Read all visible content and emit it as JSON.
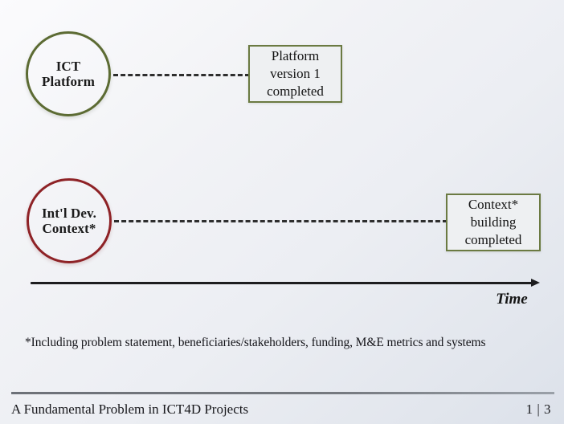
{
  "slide": {
    "background_from": "#fbfbfd",
    "background_to": "#dce1ea"
  },
  "nodes": [
    {
      "id": "ict-platform",
      "label": "ICT\nPlatform",
      "line1": "ICT",
      "line2": "Platform",
      "color": "#5c6b33",
      "shape": "circle"
    },
    {
      "id": "intl-dev-context",
      "label": "Int'l Dev.\nContext*",
      "line1": "Int'l Dev.",
      "line2": "Context*",
      "color": "#8e2226",
      "shape": "circle"
    }
  ],
  "milestones": [
    {
      "id": "platform-version-1-completed",
      "text": "Platform version 1 completed",
      "line1": "Platform",
      "line2": "version 1",
      "line3": "completed",
      "border_color": "#6b7a42",
      "fill_color": "#eef0f2"
    },
    {
      "id": "context-building-completed",
      "text": "Context* building completed",
      "line1": "Context*",
      "line2": "building",
      "line3": "completed",
      "border_color": "#6b7a42",
      "fill_color": "#eef0f2"
    }
  ],
  "connectors": [
    {
      "id": "ict-to-platform-milestone",
      "style": "dashed",
      "color": "#2e2e2e"
    },
    {
      "id": "context-to-context-milestone",
      "style": "dashed",
      "color": "#2e2e2e"
    }
  ],
  "timeline": {
    "label": "Time",
    "arrow_direction": "right",
    "color": "#1d1d1f"
  },
  "footnote": {
    "text": "*Including problem statement, beneficiaries/stakeholders, funding, M&E metrics and systems"
  },
  "footer": {
    "title": "A Fundamental Problem in ICT4D Projects",
    "page": "1 | 3"
  }
}
